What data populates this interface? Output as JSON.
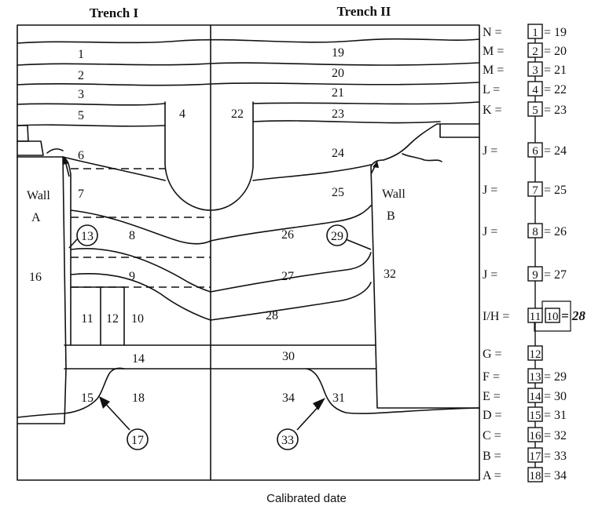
{
  "titles": {
    "trench1": "Trench I",
    "trench2": "Trench II"
  },
  "walls": {
    "a": {
      "word": "Wall",
      "letter": "A"
    },
    "b": {
      "word": "Wall",
      "letter": "B"
    }
  },
  "layers": {
    "l1": "1",
    "l2": "2",
    "l3": "3",
    "l4": "4",
    "l5": "5",
    "l6": "6",
    "l7": "7",
    "l8": "8",
    "l9": "9",
    "l10": "10",
    "l11": "11",
    "l12": "12",
    "l14": "14",
    "l15": "15",
    "l16": "16",
    "l18": "18",
    "l19": "19",
    "l20": "20",
    "l21": "21",
    "l22": "22",
    "l23": "23",
    "l24": "24",
    "l25": "25",
    "l26": "26",
    "l27": "27",
    "l28": "28",
    "l30": "30",
    "l31": "31",
    "l32": "32",
    "l34": "34"
  },
  "circled": {
    "c13": "13",
    "c17": "17",
    "c29": "29",
    "c33": "33"
  },
  "sequence": [
    {
      "phase": "N =",
      "box": "1",
      "eq": "= 19"
    },
    {
      "phase": "M =",
      "box": "2",
      "eq": "= 20"
    },
    {
      "phase": "M =",
      "box": "3",
      "eq": "= 21"
    },
    {
      "phase": "L =",
      "box": "4",
      "eq": "= 22"
    },
    {
      "phase": "K =",
      "box": "5",
      "eq": "= 23"
    },
    {
      "phase": "J =",
      "box": "6",
      "eq": "= 24"
    },
    {
      "phase": "J =",
      "box": "7",
      "eq": "= 25"
    },
    {
      "phase": "J =",
      "box": "8",
      "eq": "= 26"
    },
    {
      "phase": "J =",
      "box": "9",
      "eq": "= 27"
    },
    {
      "phase": "I/H =",
      "box": "11",
      "box2": "10",
      "eq": "= 28"
    },
    {
      "phase": "G =",
      "box": "12",
      "eq": ""
    },
    {
      "phase": "F =",
      "box": "13",
      "eq": "= 29"
    },
    {
      "phase": "E =",
      "box": "14",
      "eq": "= 30"
    },
    {
      "phase": "D =",
      "box": "15",
      "eq": "= 31"
    },
    {
      "phase": "C =",
      "box": "16",
      "eq": "= 32"
    },
    {
      "phase": "B =",
      "box": "17",
      "eq": "= 33"
    },
    {
      "phase": "A =",
      "box": "18",
      "eq": "= 34"
    }
  ],
  "caption": "Calibrated date"
}
